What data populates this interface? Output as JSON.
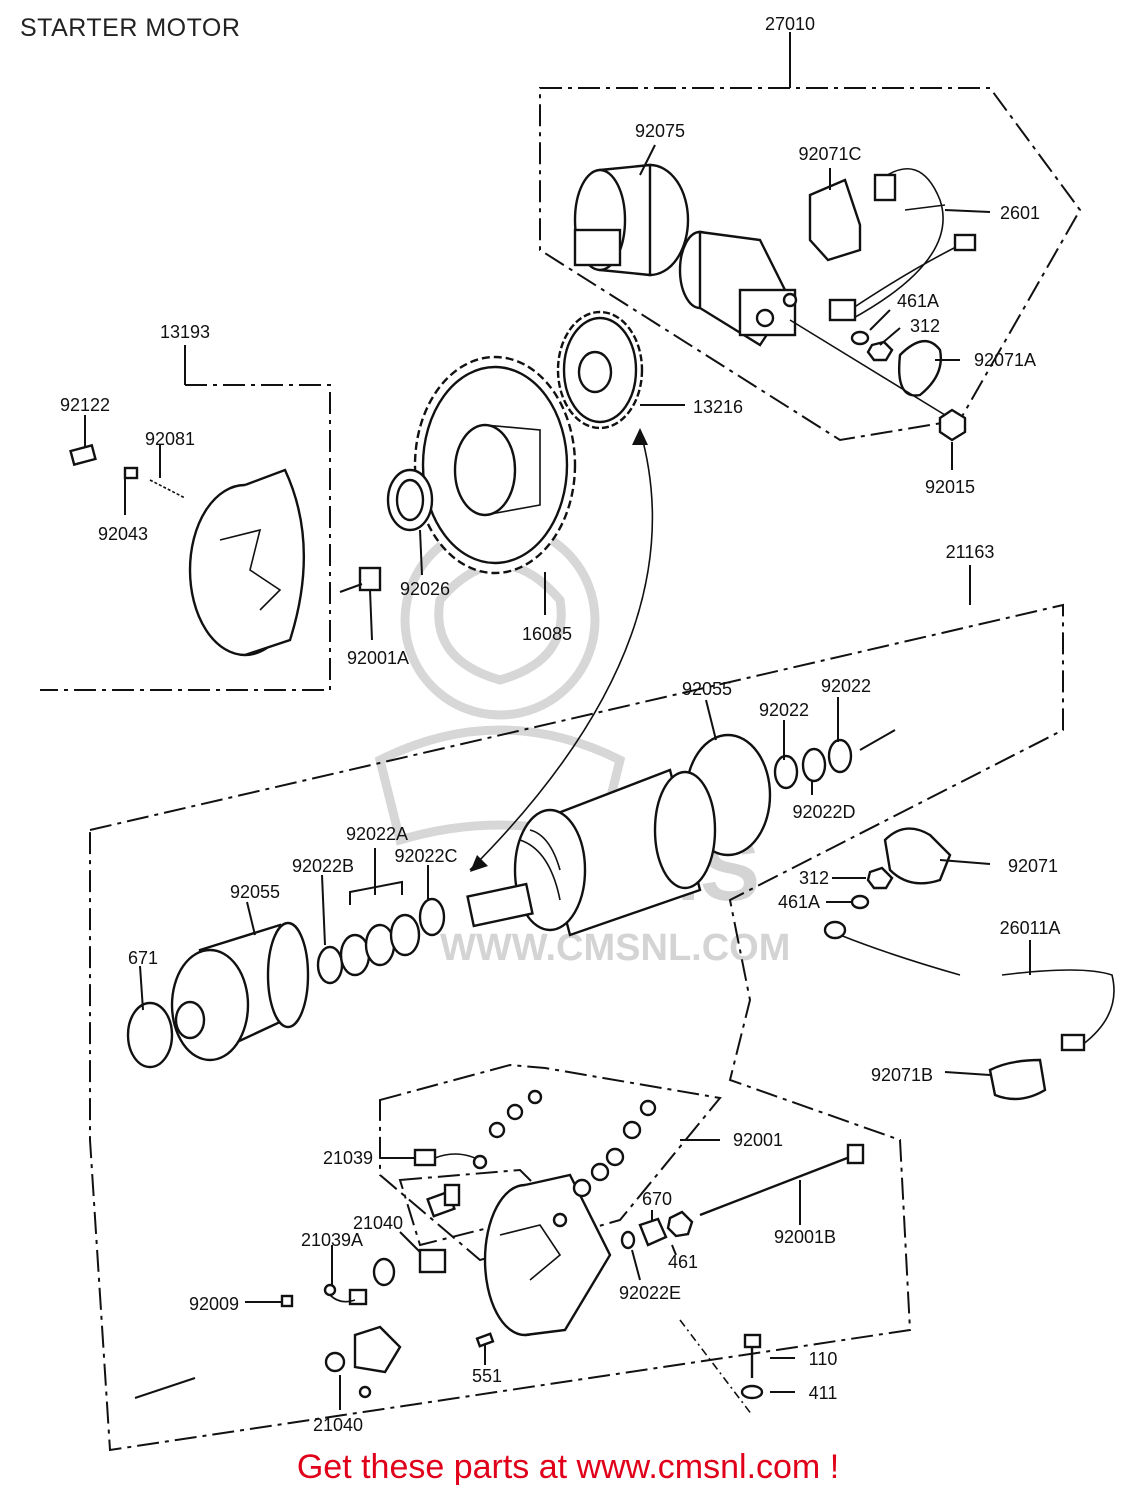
{
  "title": "STARTER MOTOR",
  "footer": "Get these parts at www.cmsnl.com !",
  "watermark": {
    "brand": "CMS",
    "url": "WWW.CMSNL.COM"
  },
  "parts": [
    {
      "id": "p27010",
      "label": "27010"
    },
    {
      "id": "p92075",
      "label": "92075"
    },
    {
      "id": "p92071C",
      "label": "92071C"
    },
    {
      "id": "p2601",
      "label": "2601"
    },
    {
      "id": "p461A_top",
      "label": "461A"
    },
    {
      "id": "p312_top",
      "label": "312"
    },
    {
      "id": "p92071A",
      "label": "92071A"
    },
    {
      "id": "p92015",
      "label": "92015"
    },
    {
      "id": "p13216",
      "label": "13216"
    },
    {
      "id": "p13193",
      "label": "13193"
    },
    {
      "id": "p92122",
      "label": "92122"
    },
    {
      "id": "p92081",
      "label": "92081"
    },
    {
      "id": "p92043",
      "label": "92043"
    },
    {
      "id": "p92026",
      "label": "92026"
    },
    {
      "id": "p16085",
      "label": "16085"
    },
    {
      "id": "p92001A",
      "label": "92001A"
    },
    {
      "id": "p21163",
      "label": "21163"
    },
    {
      "id": "p92055_top",
      "label": "92055"
    },
    {
      "id": "p92022_a",
      "label": "92022"
    },
    {
      "id": "p92022_b",
      "label": "92022"
    },
    {
      "id": "p92022D",
      "label": "92022D"
    },
    {
      "id": "p92022A",
      "label": "92022A"
    },
    {
      "id": "p92022B",
      "label": "92022B"
    },
    {
      "id": "p92022C",
      "label": "92022C"
    },
    {
      "id": "p92055_left",
      "label": "92055"
    },
    {
      "id": "p671",
      "label": "671"
    },
    {
      "id": "p312_mid",
      "label": "312"
    },
    {
      "id": "p92071",
      "label": "92071"
    },
    {
      "id": "p461A_mid",
      "label": "461A"
    },
    {
      "id": "p26011A",
      "label": "26011A"
    },
    {
      "id": "p92071B",
      "label": "92071B"
    },
    {
      "id": "p92001",
      "label": "92001"
    },
    {
      "id": "p21039",
      "label": "21039"
    },
    {
      "id": "p670",
      "label": "670"
    },
    {
      "id": "p21040_a",
      "label": "21040"
    },
    {
      "id": "p92001B",
      "label": "92001B"
    },
    {
      "id": "p21039A",
      "label": "21039A"
    },
    {
      "id": "p461",
      "label": "461"
    },
    {
      "id": "p92022E",
      "label": "92022E"
    },
    {
      "id": "p92009",
      "label": "92009"
    },
    {
      "id": "p110",
      "label": "110"
    },
    {
      "id": "p551",
      "label": "551"
    },
    {
      "id": "p411",
      "label": "411"
    },
    {
      "id": "p21040_b",
      "label": "21040"
    }
  ]
}
